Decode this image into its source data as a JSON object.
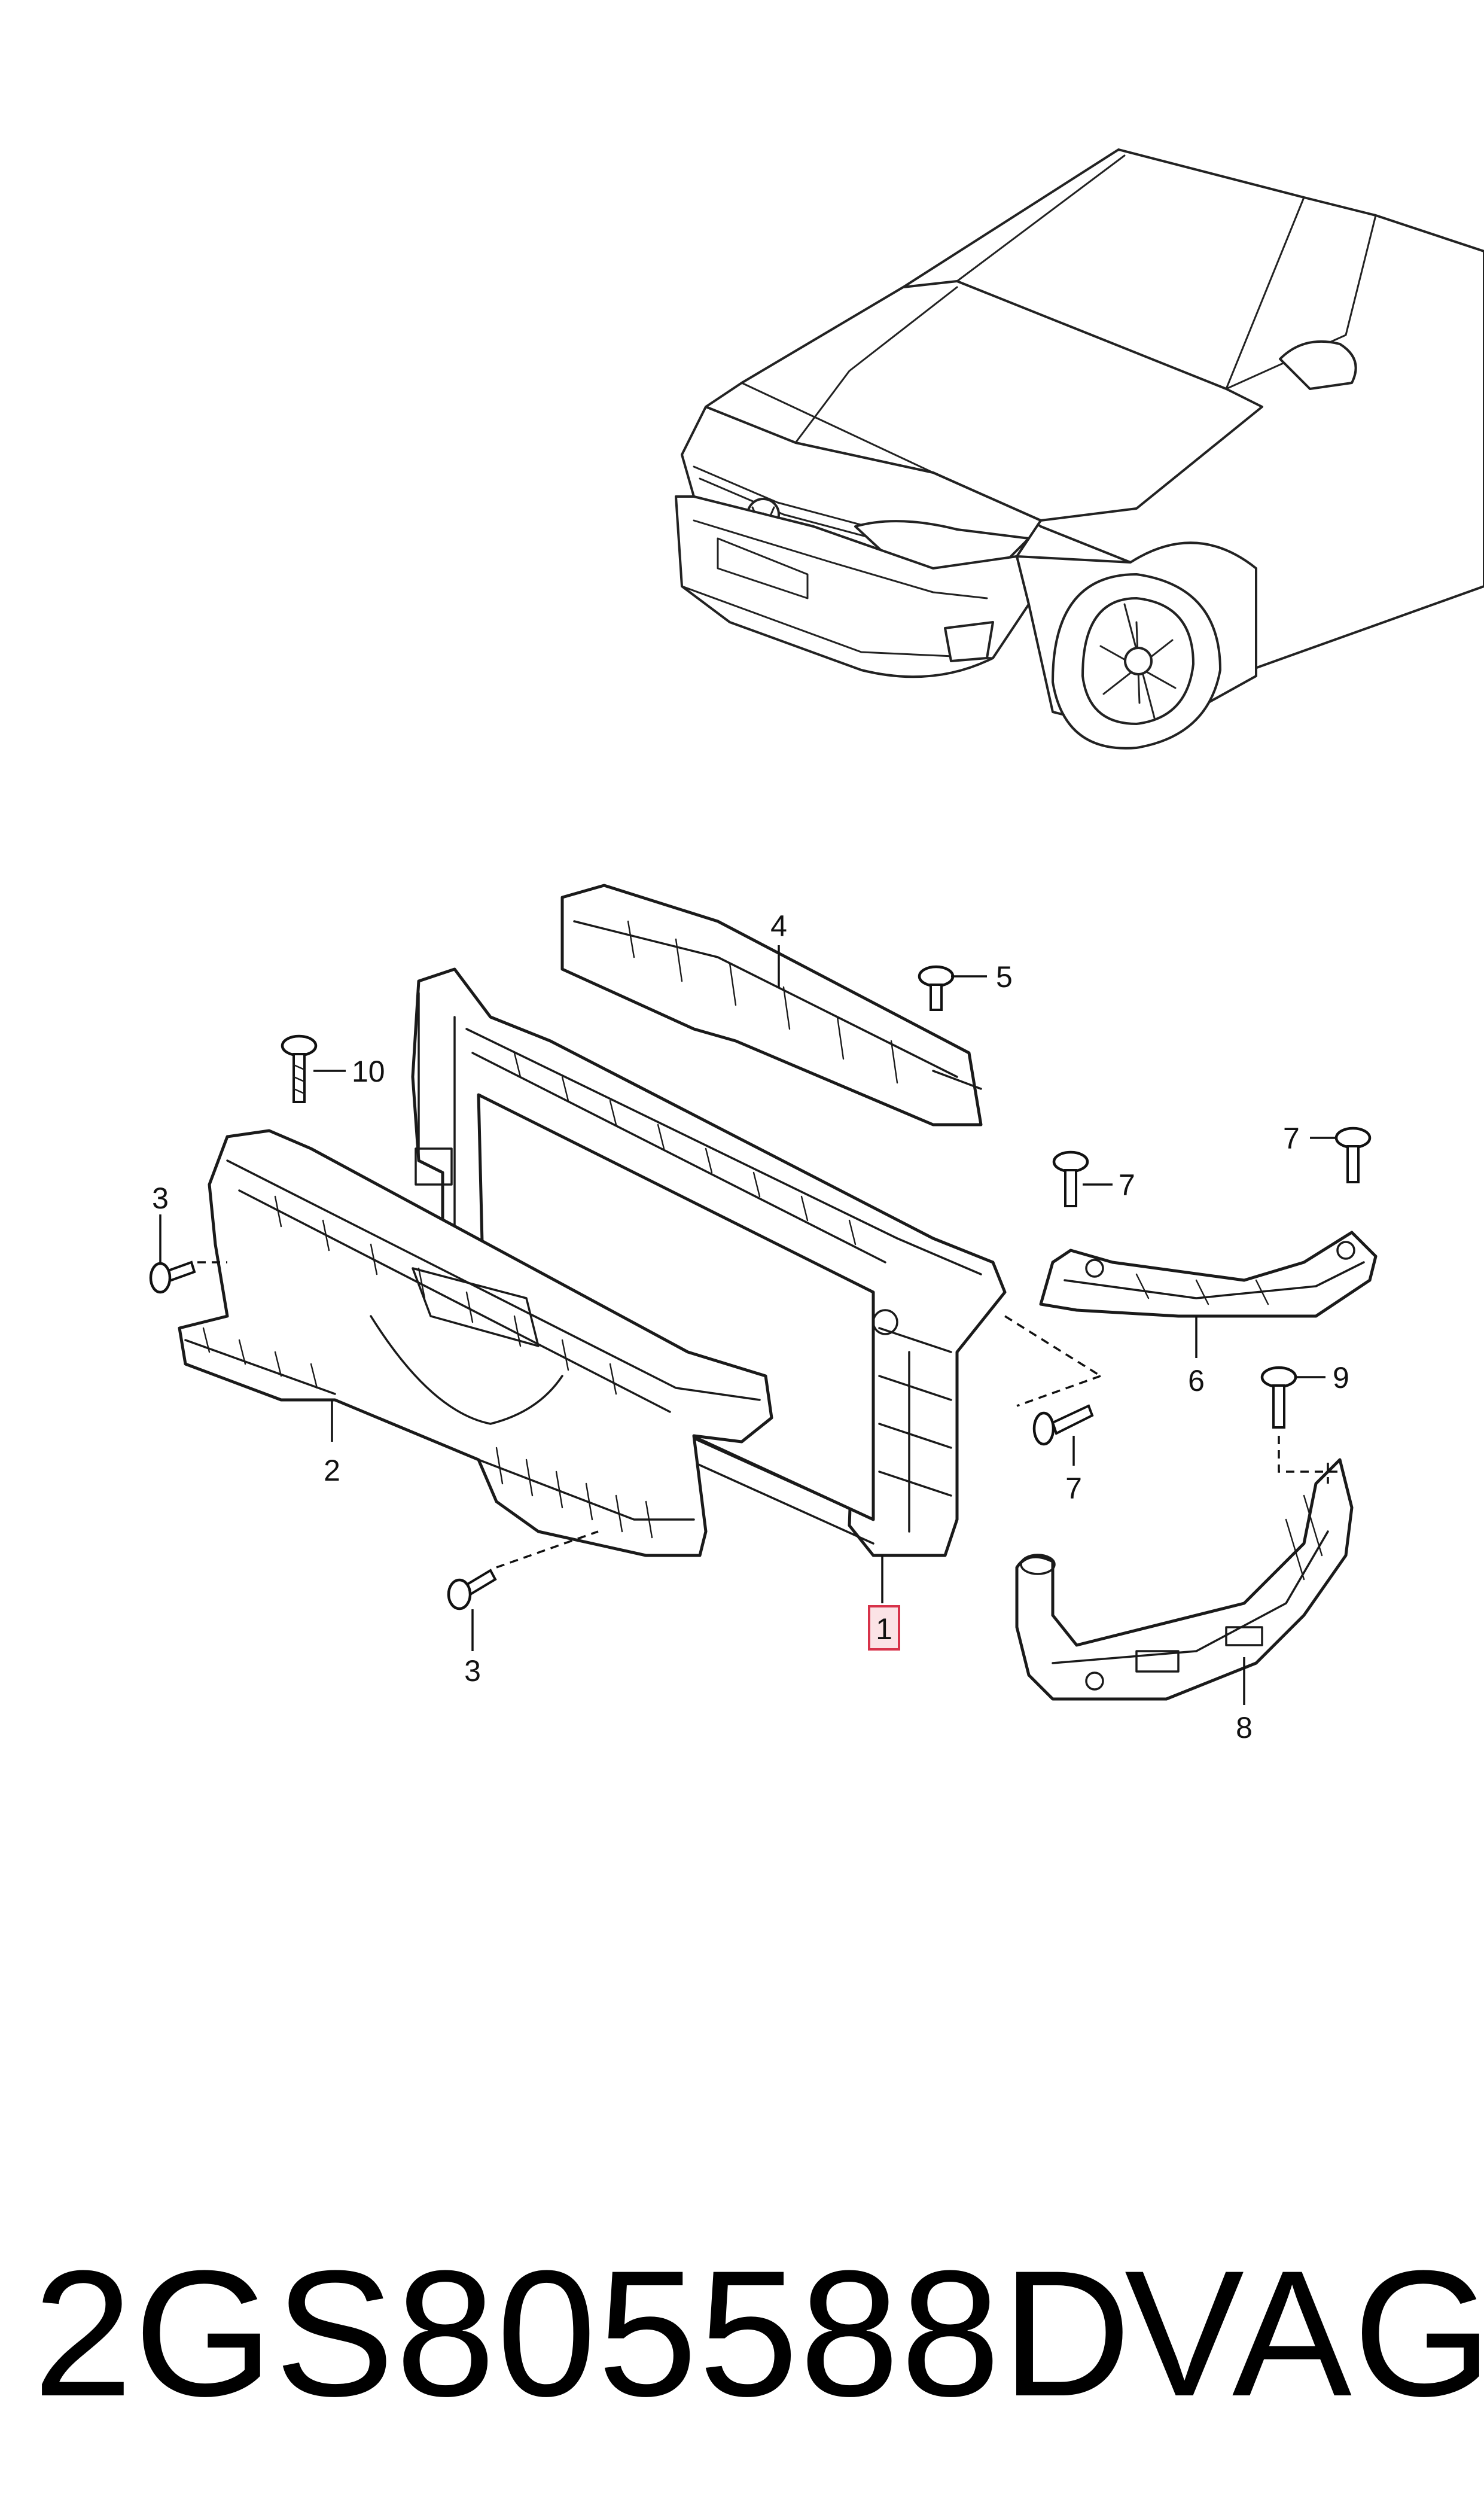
{
  "diagram": {
    "callouts": {
      "c1": "1",
      "c2": "2",
      "c3a": "3",
      "c3b": "3",
      "c4": "4",
      "c5": "5",
      "c6": "6",
      "c7a": "7",
      "c7b": "7",
      "c7c": "7",
      "c8": "8",
      "c9": "9",
      "c10": "10"
    },
    "highlighted_callout": "1",
    "colors": {
      "line": "#1a1a1a",
      "highlight_fill": "#fbe3e6",
      "highlight_stroke": "#d7334a"
    }
  },
  "footer": {
    "part_number": "2GS805588D",
    "brand": "VAG"
  }
}
